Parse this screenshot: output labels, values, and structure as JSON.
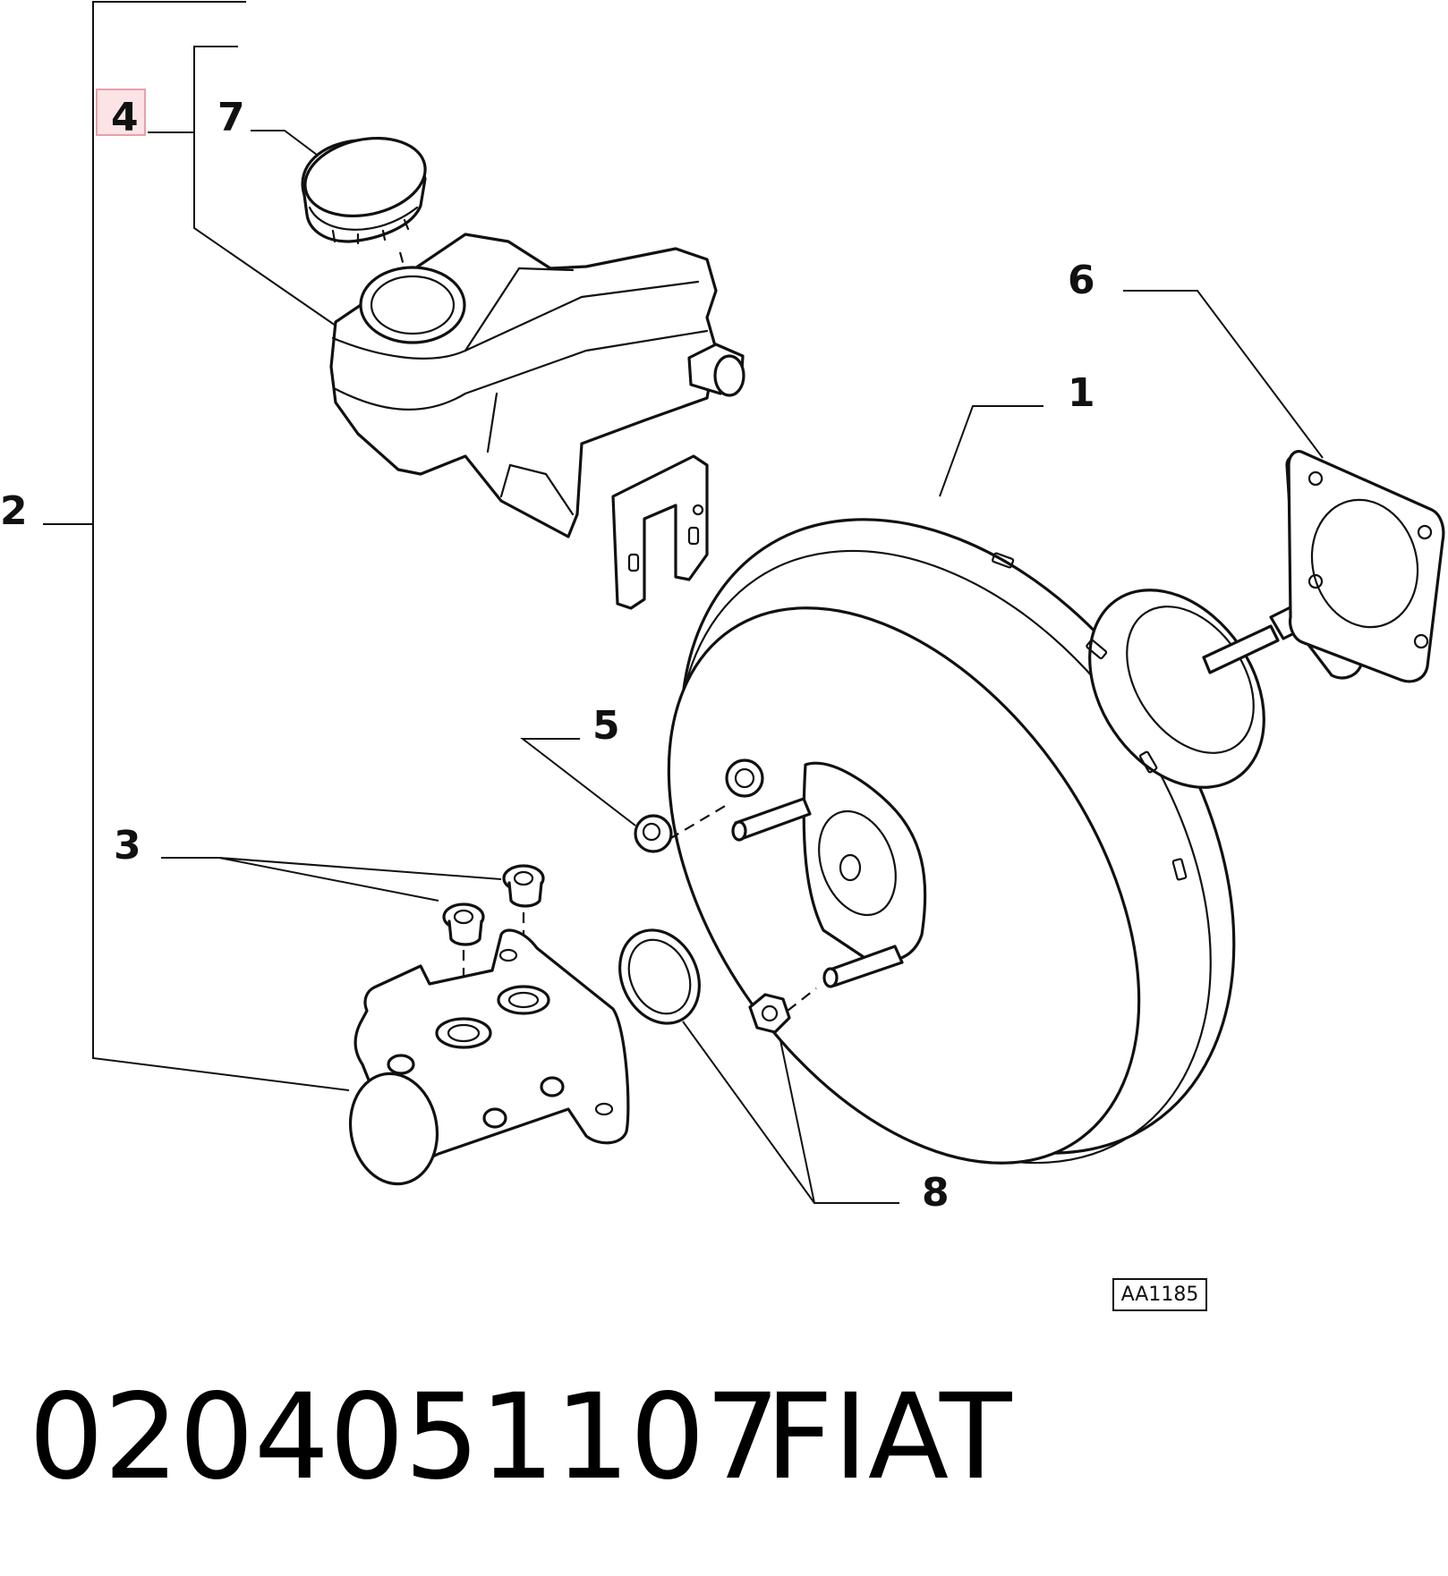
{
  "callouts": {
    "c1": "1",
    "c2": "2",
    "c3": "3",
    "c4": "4",
    "c5": "5",
    "c6": "6",
    "c7": "7",
    "c8": "8"
  },
  "highlight_color": "#e8a0a8",
  "highlight_fill": "#fbe3e6",
  "reference_code": "AA1185",
  "part_number": "0204051107",
  "brand": "FIAT"
}
